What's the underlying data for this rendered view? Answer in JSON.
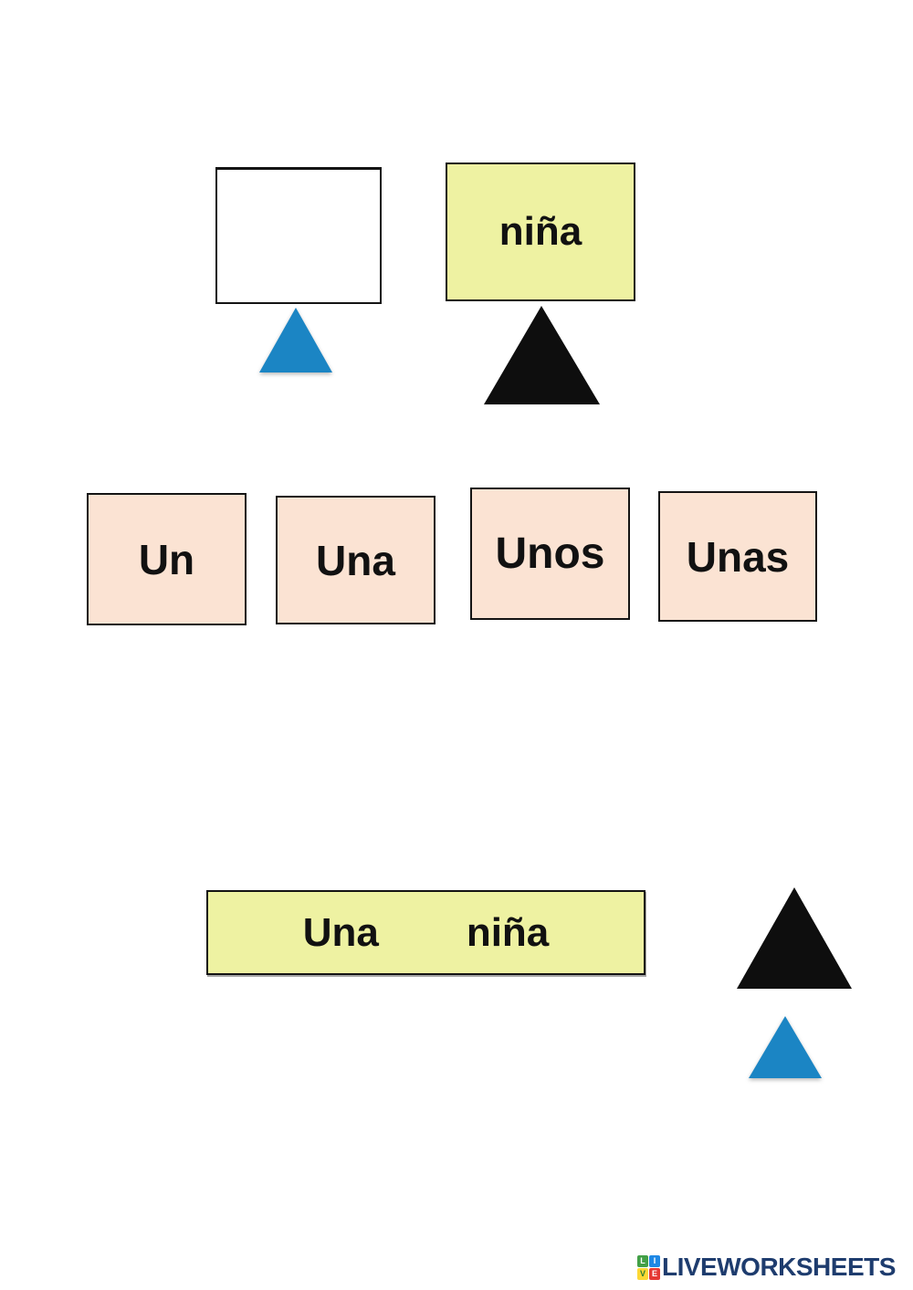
{
  "colors": {
    "yellow_box_bg": "#eef2a2",
    "peach_card_bg": "#fbe3d3",
    "box_border": "#141414",
    "blue_triangle": "#1b85c4",
    "black_triangle": "#0e0e0e",
    "brand_navy": "#1e3c6e"
  },
  "matching_section": {
    "nina_label": "niña"
  },
  "word_cards": [
    {
      "label": "Un"
    },
    {
      "label": "Una"
    },
    {
      "label": "Unos"
    },
    {
      "label": "Unas"
    }
  ],
  "answer_section": {
    "word1": "Una",
    "word2": "niña"
  },
  "footer": {
    "logo_tiles": [
      {
        "letter": "L"
      },
      {
        "letter": "I"
      },
      {
        "letter": "V"
      },
      {
        "letter": "E"
      }
    ],
    "brand": "LIVEWORKSHEETS"
  }
}
